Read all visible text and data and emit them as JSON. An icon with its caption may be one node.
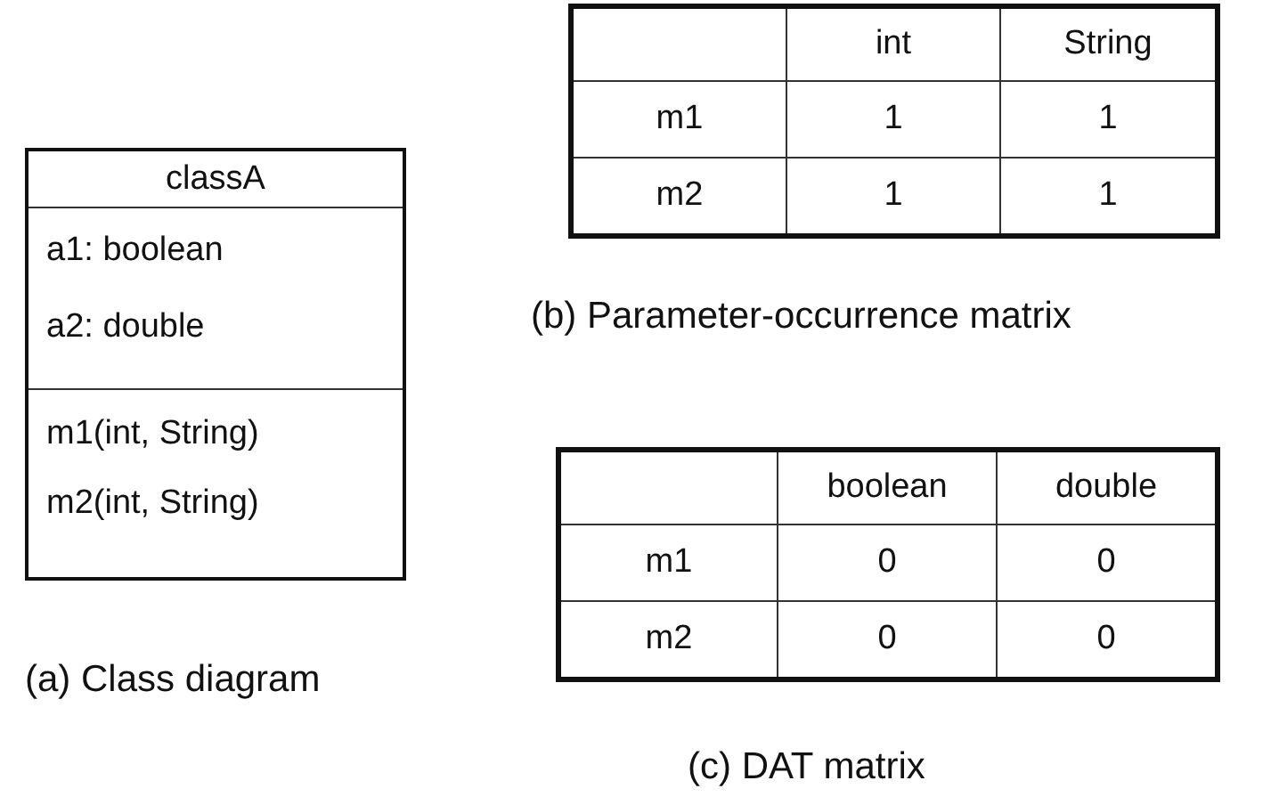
{
  "diagram": {
    "nodes": [
      {
        "text": [
          "classA",
          "a1: boolean",
          "a2: double",
          "m1(int, String)",
          "m2(int, String)"
        ],
        "beside": [
          "(a) Class diagram"
        ]
      }
    ],
    "labels": [
      "int",
      "String",
      "m1",
      "1",
      "1",
      "m2",
      "1",
      "1",
      "(b) Parameter-occurrence matrix",
      "boolean",
      "double",
      "m1",
      "0",
      "0",
      "m2",
      "0",
      "0",
      "(c) DAT matrix"
    ]
  }
}
